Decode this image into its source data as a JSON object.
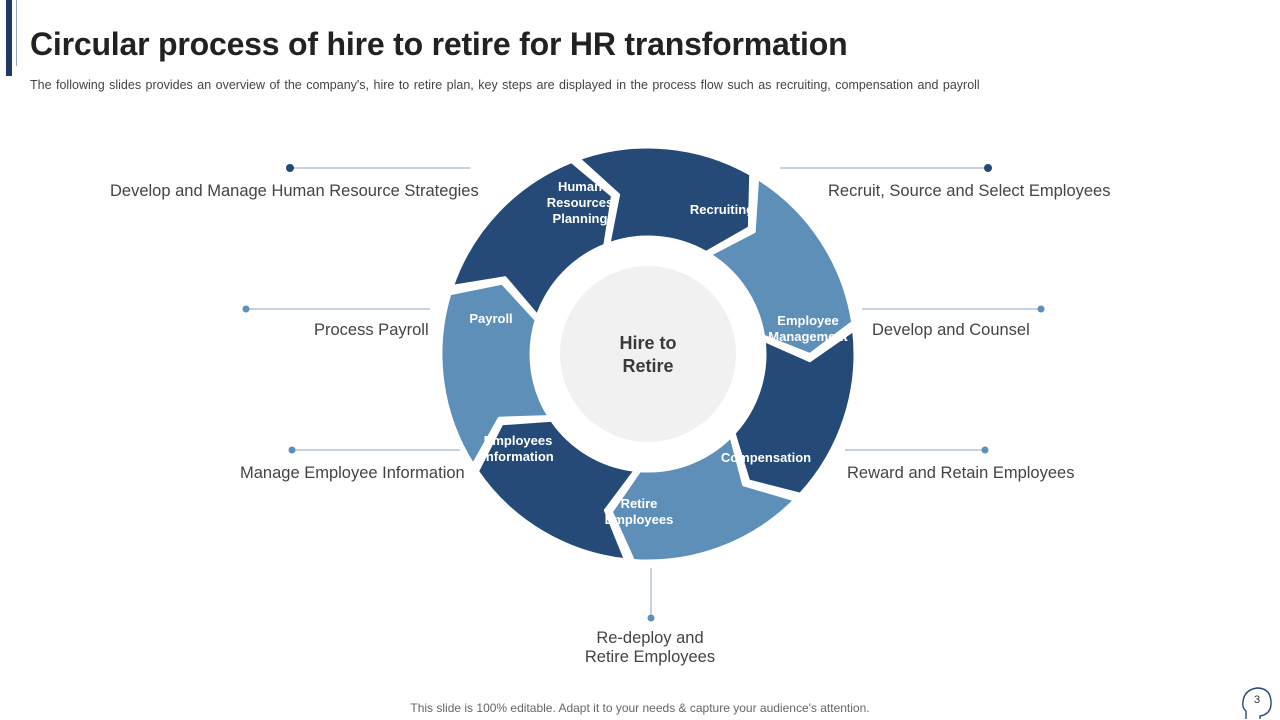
{
  "header": {
    "title": "Circular process of hire to retire for HR transformation",
    "subtitle": "The following  slides provides  an overview  of the company's,  hire to retire plan,  key steps are displayed in the process flow such as recruiting,  compensation and payroll"
  },
  "diagram": {
    "center_line1": "Hire to",
    "center_line2": "Retire",
    "segments": [
      {
        "line1": "Human",
        "line2": "Resources",
        "line3": "Planning"
      },
      {
        "line1": "Recruiting"
      },
      {
        "line1": "Employee",
        "line2": "Management"
      },
      {
        "line1": "Compensation"
      },
      {
        "line1": "Retire",
        "line2": "Employees"
      },
      {
        "line1": "Employees",
        "line2": "Information"
      },
      {
        "line1": "Payroll"
      }
    ],
    "outer_labels": {
      "hr_strategies": "Develop and Manage Human  Resource Strategies",
      "recruit": "Recruit,  Source and Select Employees",
      "payroll": "Process Payroll",
      "counsel": "Develop and Counsel",
      "employee_info": "Manage Employee Information",
      "reward": "Reward and Retain Employees",
      "redeploy_line1": "Re-deploy and",
      "redeploy_line2": "Retire Employees"
    }
  },
  "colors": {
    "dark_blue": "#254a77",
    "light_blue": "#5e8fb8",
    "accent": "#1f3864"
  },
  "footer": {
    "note": "This slide is 100% editable. Adapt it to your needs & capture your audience's attention.",
    "page_number": "3"
  }
}
